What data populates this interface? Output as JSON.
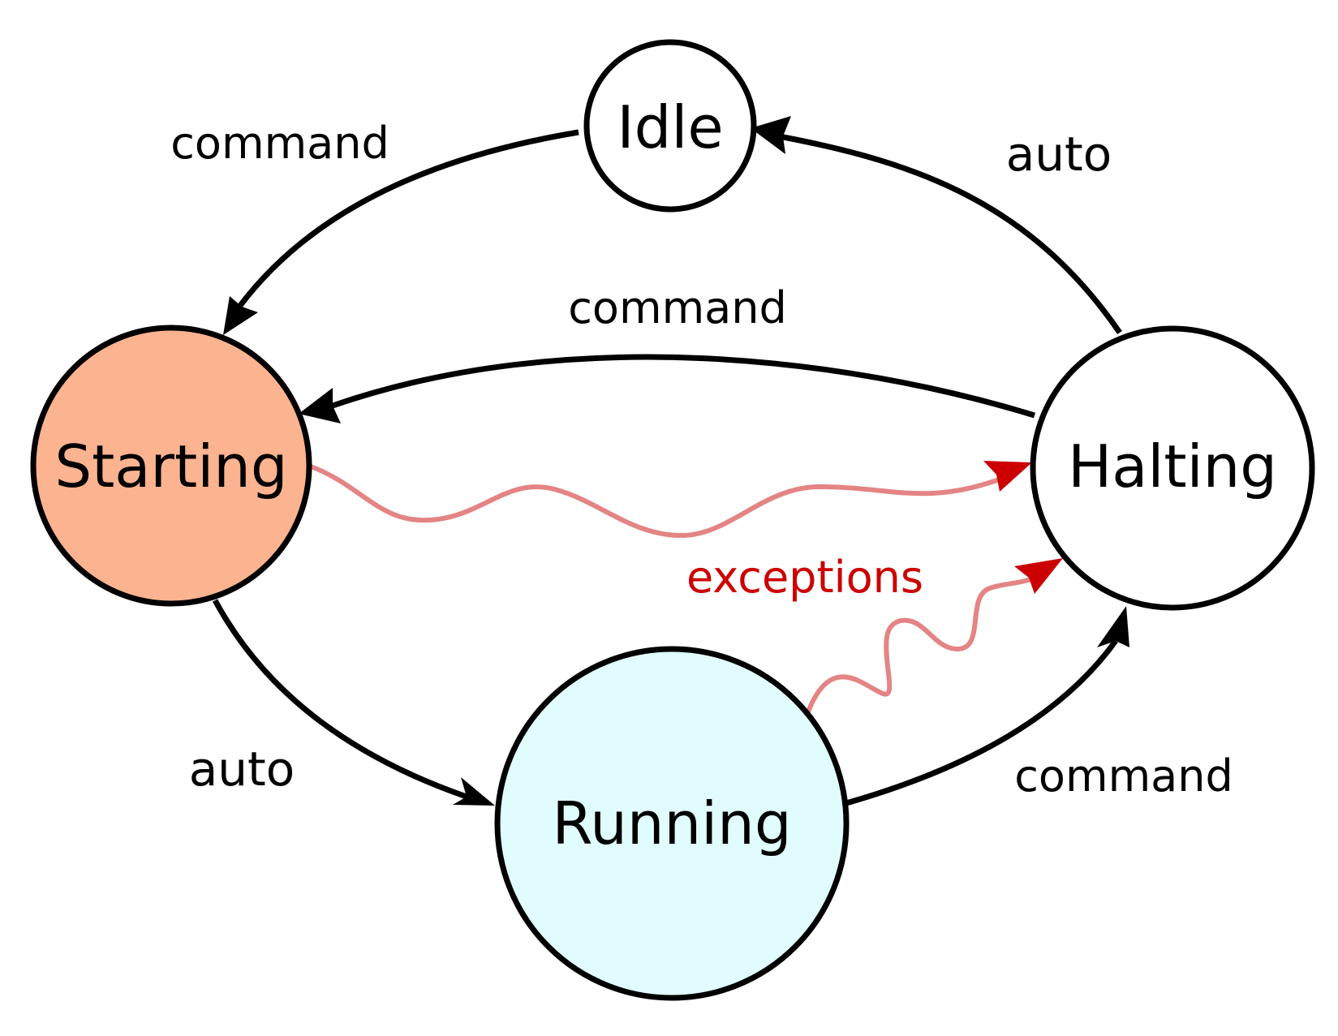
{
  "nodes": {
    "idle": {
      "label": "Idle",
      "fill": "#ffffff"
    },
    "starting": {
      "label": "Starting",
      "fill": "#fbb390"
    },
    "halting": {
      "label": "Halting",
      "fill": "#ffffff"
    },
    "running": {
      "label": "Running",
      "fill": "#e1fcfe"
    }
  },
  "edges": {
    "idle_to_starting": {
      "label": "command"
    },
    "halting_to_idle": {
      "label": "auto"
    },
    "halting_to_starting": {
      "label": "command"
    },
    "starting_to_running": {
      "label": "auto"
    },
    "running_to_halting": {
      "label": "command"
    }
  },
  "exceptions": {
    "label": "exceptions",
    "label_color": "#cc0000",
    "line_color": "#e48484",
    "arrow_color": "#cc0000"
  }
}
